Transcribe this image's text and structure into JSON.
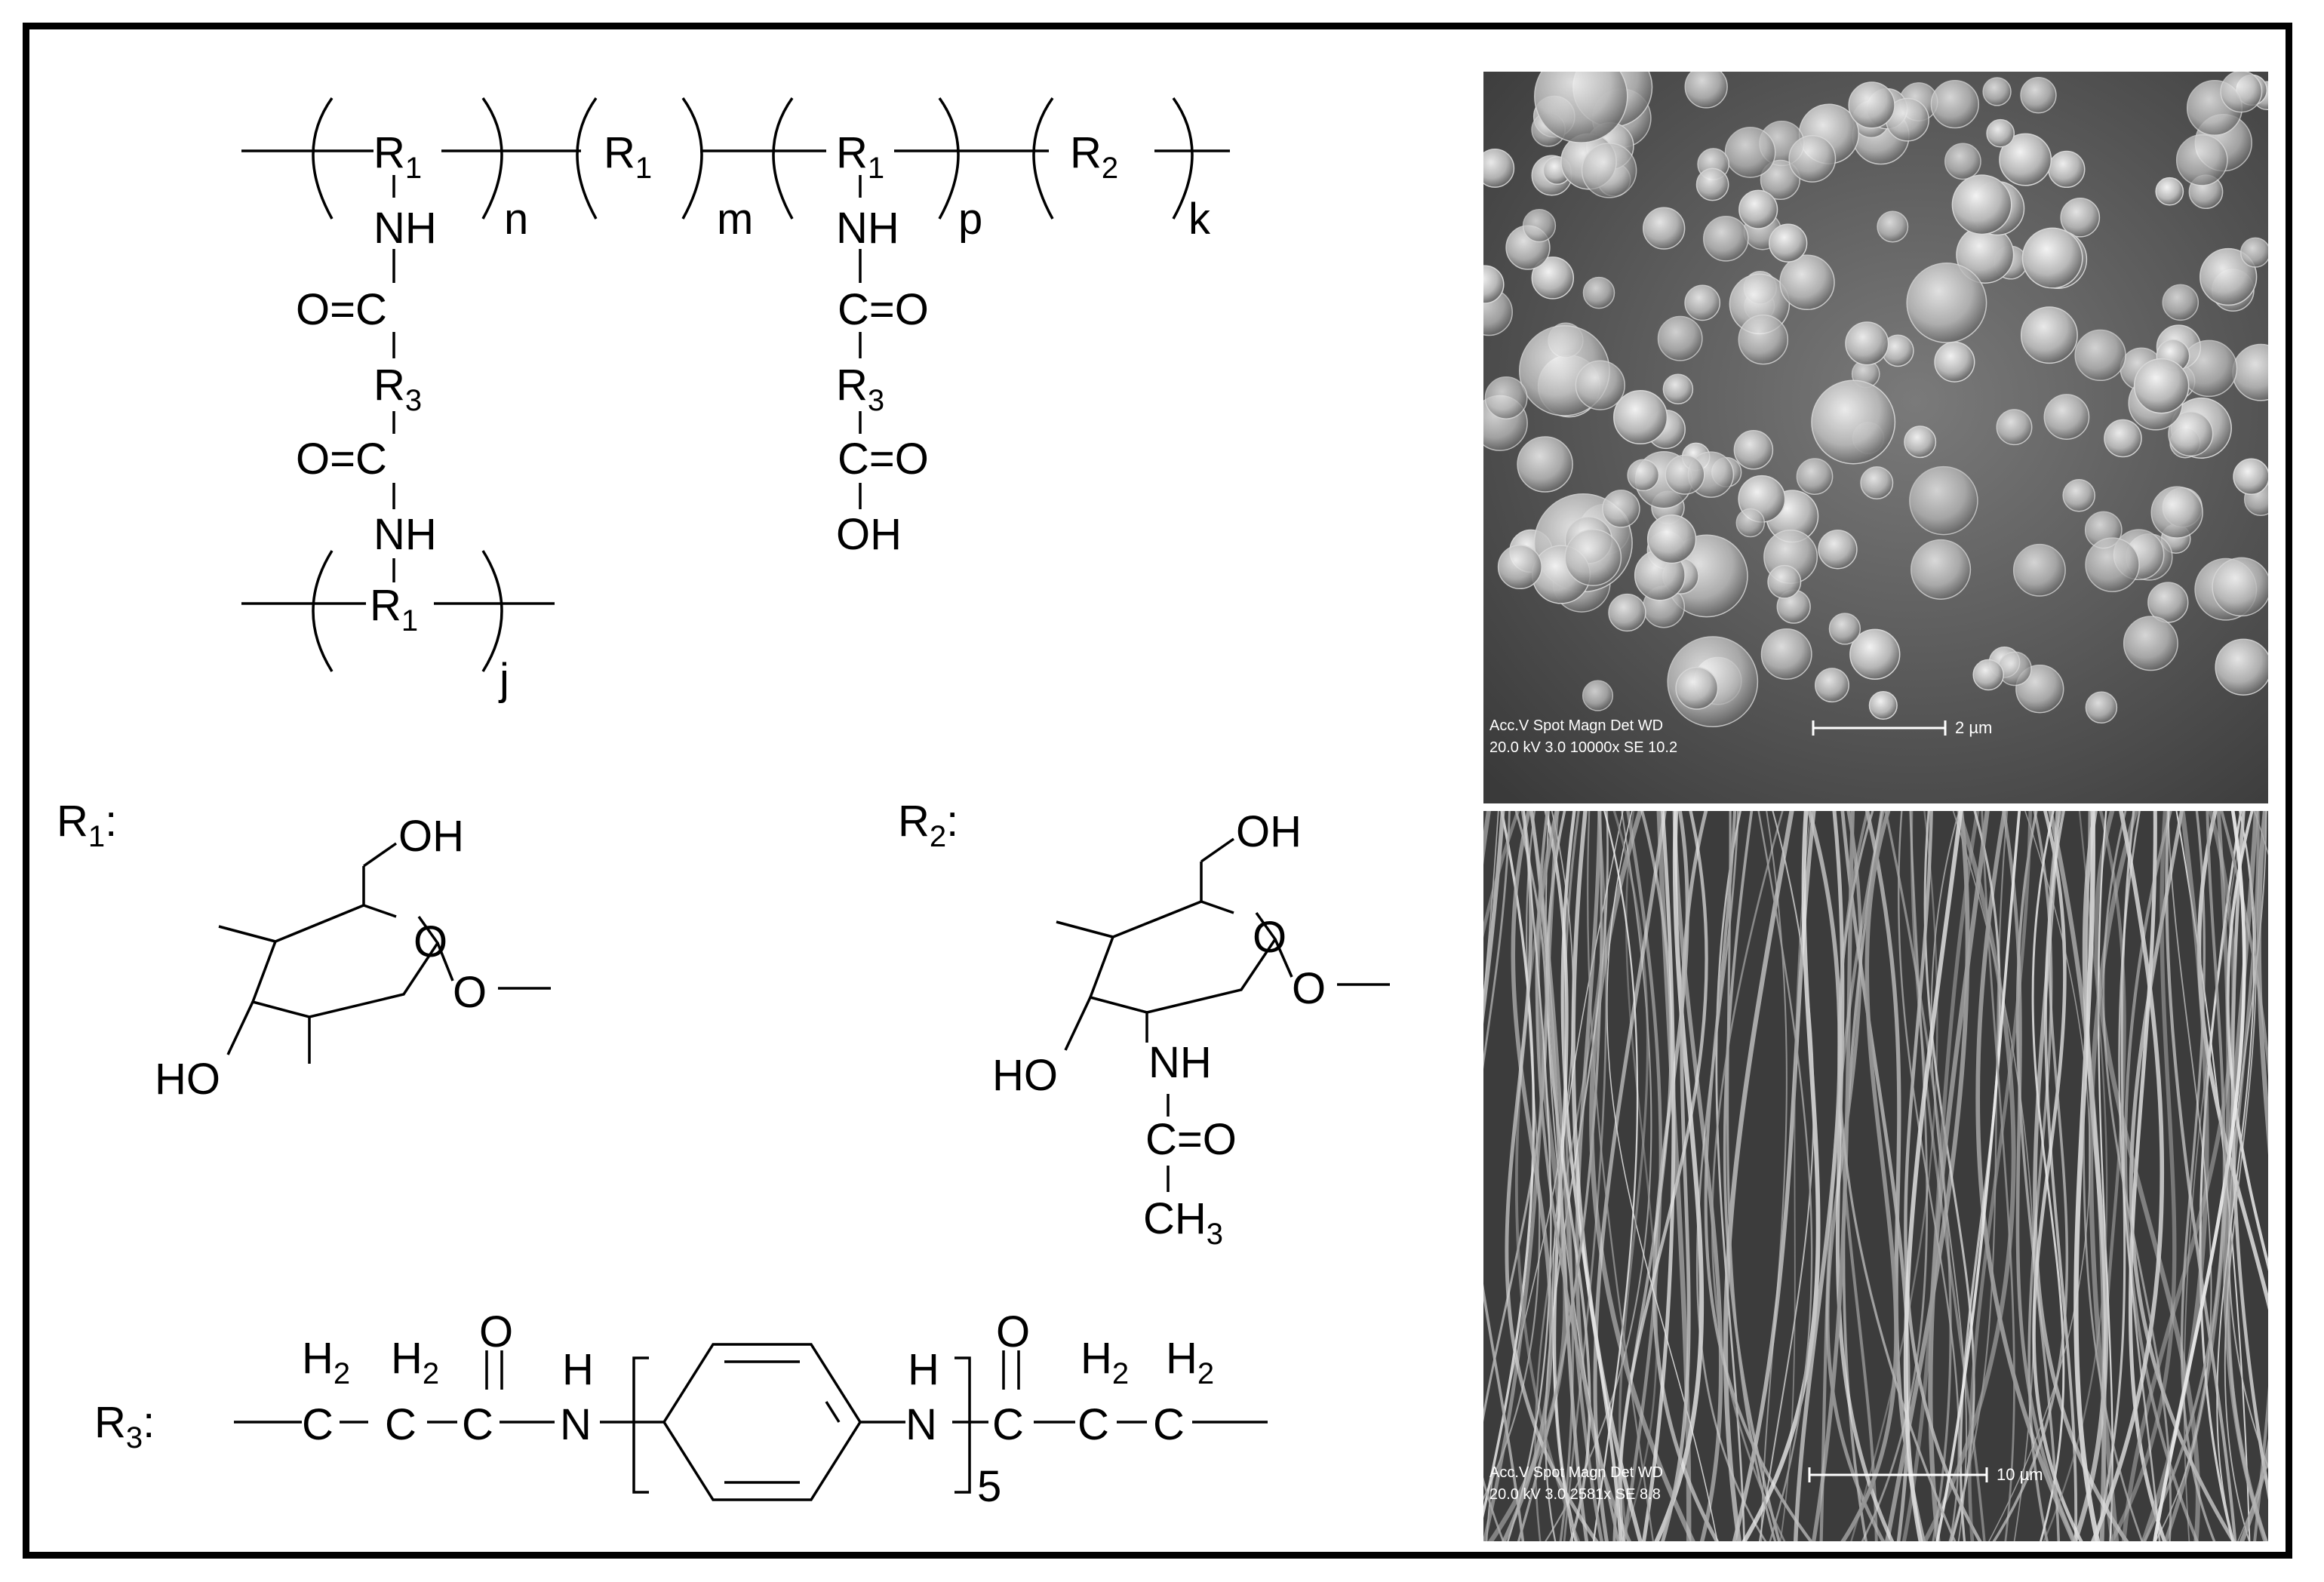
{
  "polymer": {
    "r1": "R",
    "r1_sub": "1",
    "r2": "R",
    "r2_sub": "2",
    "r3": "R",
    "r3_sub": "3",
    "nh": "NH",
    "oh": "OH",
    "o": "O",
    "c": "C",
    "c_eq_o": "C=O",
    "o_eq_c": "O=C",
    "n": "n",
    "m": "m",
    "p": "p",
    "k": "k",
    "j": "j"
  },
  "r1_label": {
    "main": "R",
    "sub": "1",
    "colon": ":"
  },
  "r2_label": {
    "main": "R",
    "sub": "2",
    "colon": ":"
  },
  "r3_label": {
    "main": "R",
    "sub": "3",
    "colon": ":"
  },
  "ring": {
    "oh": "OH",
    "o": "O",
    "ho": "HO",
    "nh": "NH",
    "c_eq_o": "C=O",
    "ch": "CH",
    "ch_sub": "3"
  },
  "r3_chain": {
    "h": "H",
    "h2_sub": "2",
    "c": "C",
    "o": "O",
    "n": "N",
    "repeat": "5"
  },
  "sem_top": {
    "info_row1": "Acc.V  Spot Magn    Det  WD",
    "info_row2": "20.0 kV 3.0   10000x   SE   10.2",
    "scale": "2 µm"
  },
  "sem_bottom": {
    "info_row1": "Acc.V  Spot Magn    Det  WD",
    "info_row2": "20.0 kV 3.0   2581x    SE   8.8",
    "scale": "10 µm"
  }
}
